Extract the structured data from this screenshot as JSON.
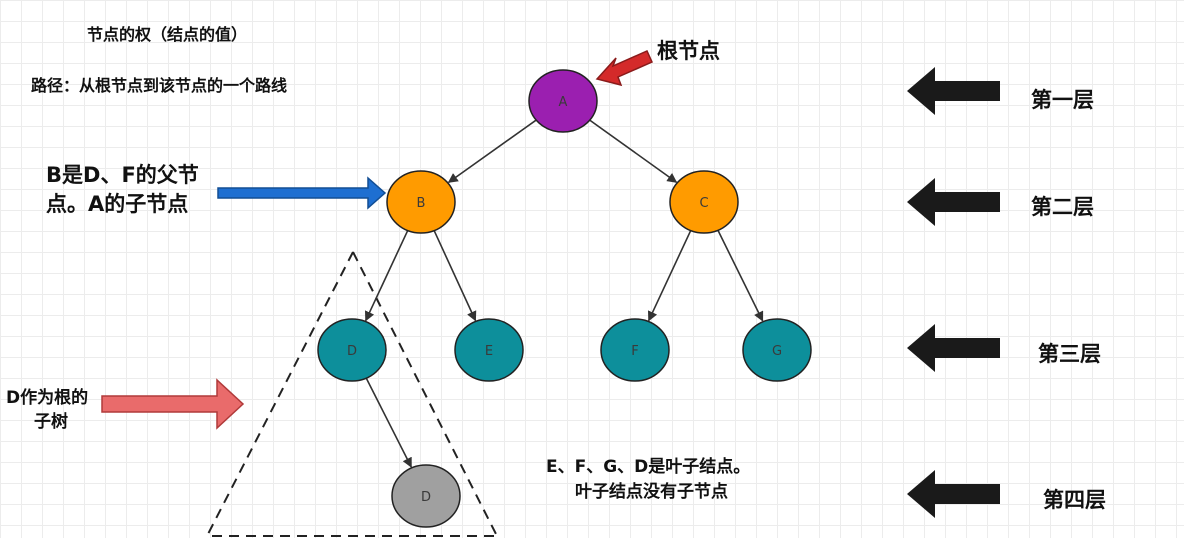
{
  "notes": {
    "weight": "节点的权（结点的值）",
    "path": "路径：从根节点到该节点的一个路线",
    "root_label": "根节点",
    "parent_line1": "B是D、F的父节",
    "parent_line2": "点。A的子节点",
    "subtree_line1": "D作为根的",
    "subtree_line2": "子树",
    "leaf_line1": "E、F、G、D是叶子结点。",
    "leaf_line2": "叶子结点没有子节点"
  },
  "layers": [
    "第一层",
    "第二层",
    "第三层",
    "第四层"
  ],
  "nodes": {
    "A": {
      "label": "A",
      "color": "#9b1fb0"
    },
    "B": {
      "label": "B",
      "color": "#ff9b00"
    },
    "C": {
      "label": "C",
      "color": "#ff9b00"
    },
    "D": {
      "label": "D",
      "color": "#0d8f9b"
    },
    "E": {
      "label": "E",
      "color": "#0d8f9b"
    },
    "F": {
      "label": "F",
      "color": "#0d8f9b"
    },
    "G": {
      "label": "G",
      "color": "#0d8f9b"
    },
    "D2": {
      "label": "D",
      "color": "#a0a0a0"
    }
  },
  "colors": {
    "root_arrow": "#d42a2a",
    "parent_arrow": "#1e6fd1",
    "subtree_arrow": "#e96b6b",
    "layer_arrow": "#1a1a1a",
    "edge": "#333333"
  }
}
